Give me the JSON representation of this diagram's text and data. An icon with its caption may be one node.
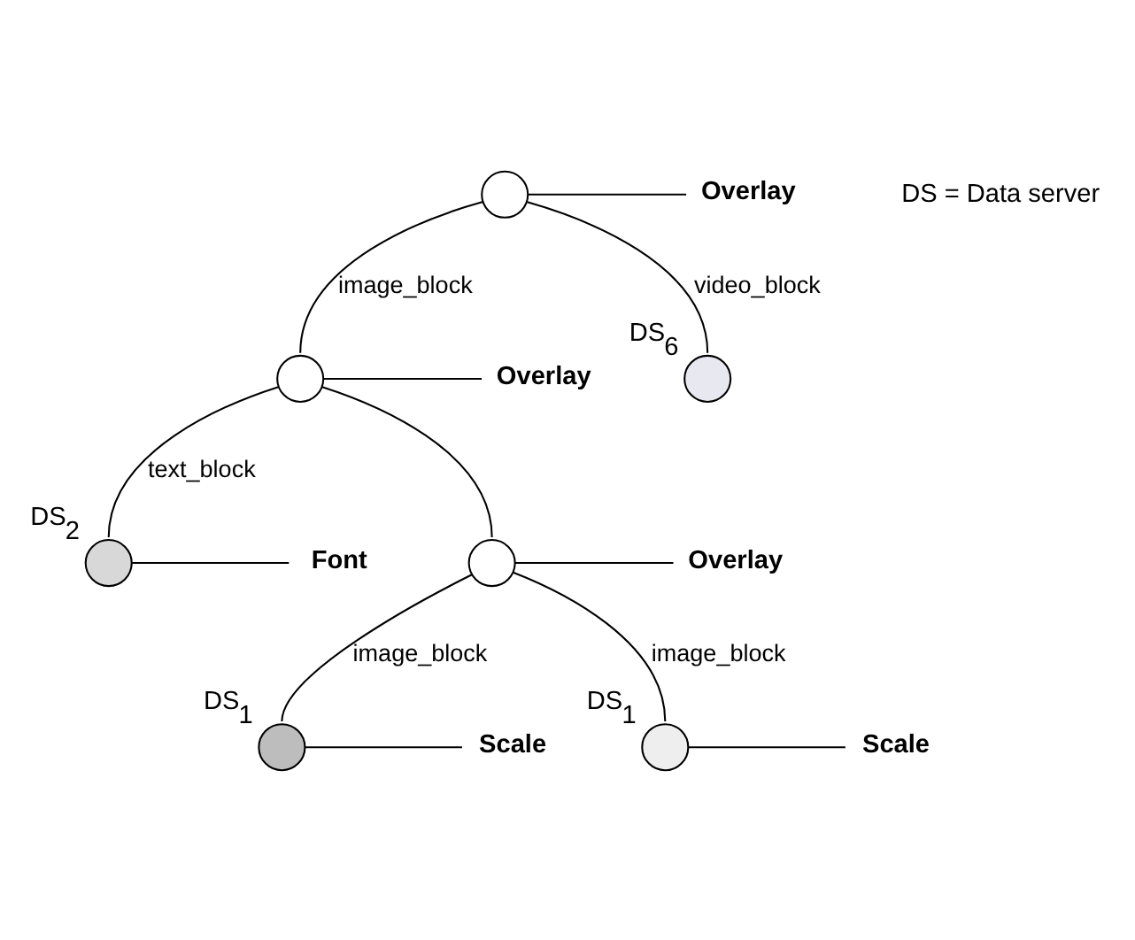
{
  "diagram": {
    "nodes": [
      {
        "text": [],
        "shape": "circle"
      },
      {
        "text": [
          "Overlay"
        ]
      },
      {
        "text": [],
        "shape": "circle"
      },
      {
        "text": [
          "Overlay"
        ]
      },
      {
        "text": [],
        "shape": "circle",
        "beside": [
          "DS$_{6}$"
        ]
      },
      {
        "text": [],
        "shape": "circle",
        "beside": [
          "DS$_{2}$"
        ]
      },
      {
        "text": [
          "Font"
        ]
      },
      {
        "text": [],
        "shape": "circle"
      },
      {
        "text": [
          "Overlay"
        ]
      },
      {
        "text": [],
        "shape": "circle",
        "beside": [
          "DS$_{1}$"
        ]
      },
      {
        "text": [
          "Scale"
        ]
      },
      {
        "text": [],
        "shape": "circle",
        "beside": [
          "DS$_{1}$"
        ]
      },
      {
        "text": [
          "Scale"
        ]
      }
    ],
    "edges": [
      {
        "from": 0,
        "to": 1,
        "arrow": "none"
      },
      {
        "from": 0,
        "to": 2,
        "arrow": "none",
        "label": "image_block"
      },
      {
        "from": 0,
        "to": 4,
        "arrow": "none",
        "label": "video_block"
      },
      {
        "from": 3,
        "to": 2,
        "arrow": "none"
      },
      {
        "from": 2,
        "to": 5,
        "arrow": "none",
        "label": "text_block"
      },
      {
        "from": 6,
        "to": 5,
        "arrow": "none"
      },
      {
        "from": 2,
        "to": 7,
        "arrow": "none"
      },
      {
        "from": 7,
        "to": 8,
        "arrow": "none"
      },
      {
        "from": 7,
        "to": 9,
        "arrow": "none",
        "label": "image_block"
      },
      {
        "from": 10,
        "to": 9,
        "arrow": "none"
      },
      {
        "from": 7,
        "to": 11,
        "arrow": "none",
        "label": "image_block"
      },
      {
        "from": 11,
        "to": 12,
        "arrow": "none"
      }
    ],
    "labels": [
      "DS = Data server"
    ]
  }
}
